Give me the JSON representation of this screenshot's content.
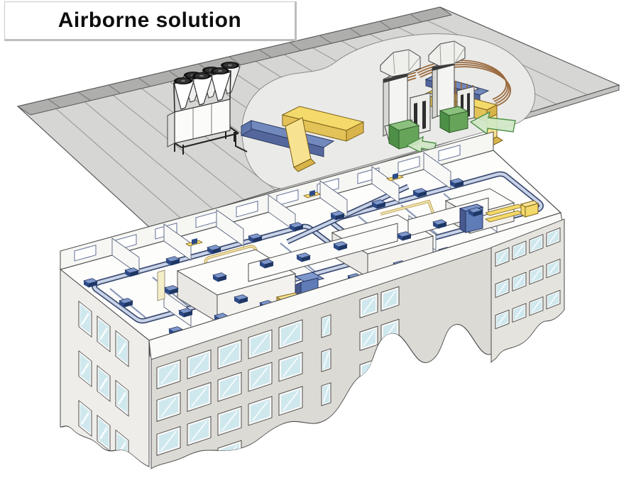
{
  "title": {
    "label": "Airborne solution"
  },
  "diagram": {
    "type": "isometric-hvac-cutaway",
    "scene": "rooftop-plant-and-building-top-floor-distribution",
    "components": {
      "roof": "pitched-metal-roof-cutaway",
      "chiller": "air-cooled-chiller-with-fans",
      "chiller_fan_count": 6,
      "ahu_stack_count": 2,
      "fresh_air_intake_count": 2,
      "airflow_arrow_count": 2,
      "supply_duct": "yellow-supply-ductwork",
      "extract_duct": "blue-extract-ductwork",
      "pipework": "chilled-water-pipe-bundle",
      "ceiling_loops": "blue-distribution-duct-loops",
      "fan_coil_units": "ceiling-fan-coil-diffusers",
      "building": "multi-storey-building-with-window-facades"
    },
    "colors": {
      "duct_yellow": "#F4D96B",
      "duct_yellow_dark": "#D9B44A",
      "duct_blue": "#7289BD",
      "duct_blue_dark": "#54679C",
      "loop_blue": "#C9D3E8",
      "loop_outline": "#39496E",
      "unit_blue": "#2C4A87",
      "intake_green_light": "#8CC07E",
      "intake_green": "#4E8F47",
      "arrow_green": "#CFE7C5",
      "pipe_brown": "#9A6B3F",
      "roof_gray": "#D6D6D5",
      "roof_band_gray": "#AEAEAC",
      "deck_gray": "#EAEAE8",
      "wall_light": "#EFEDE9",
      "wall_mid": "#DCDAD4",
      "window_glass": "#CFE8EE"
    }
  }
}
